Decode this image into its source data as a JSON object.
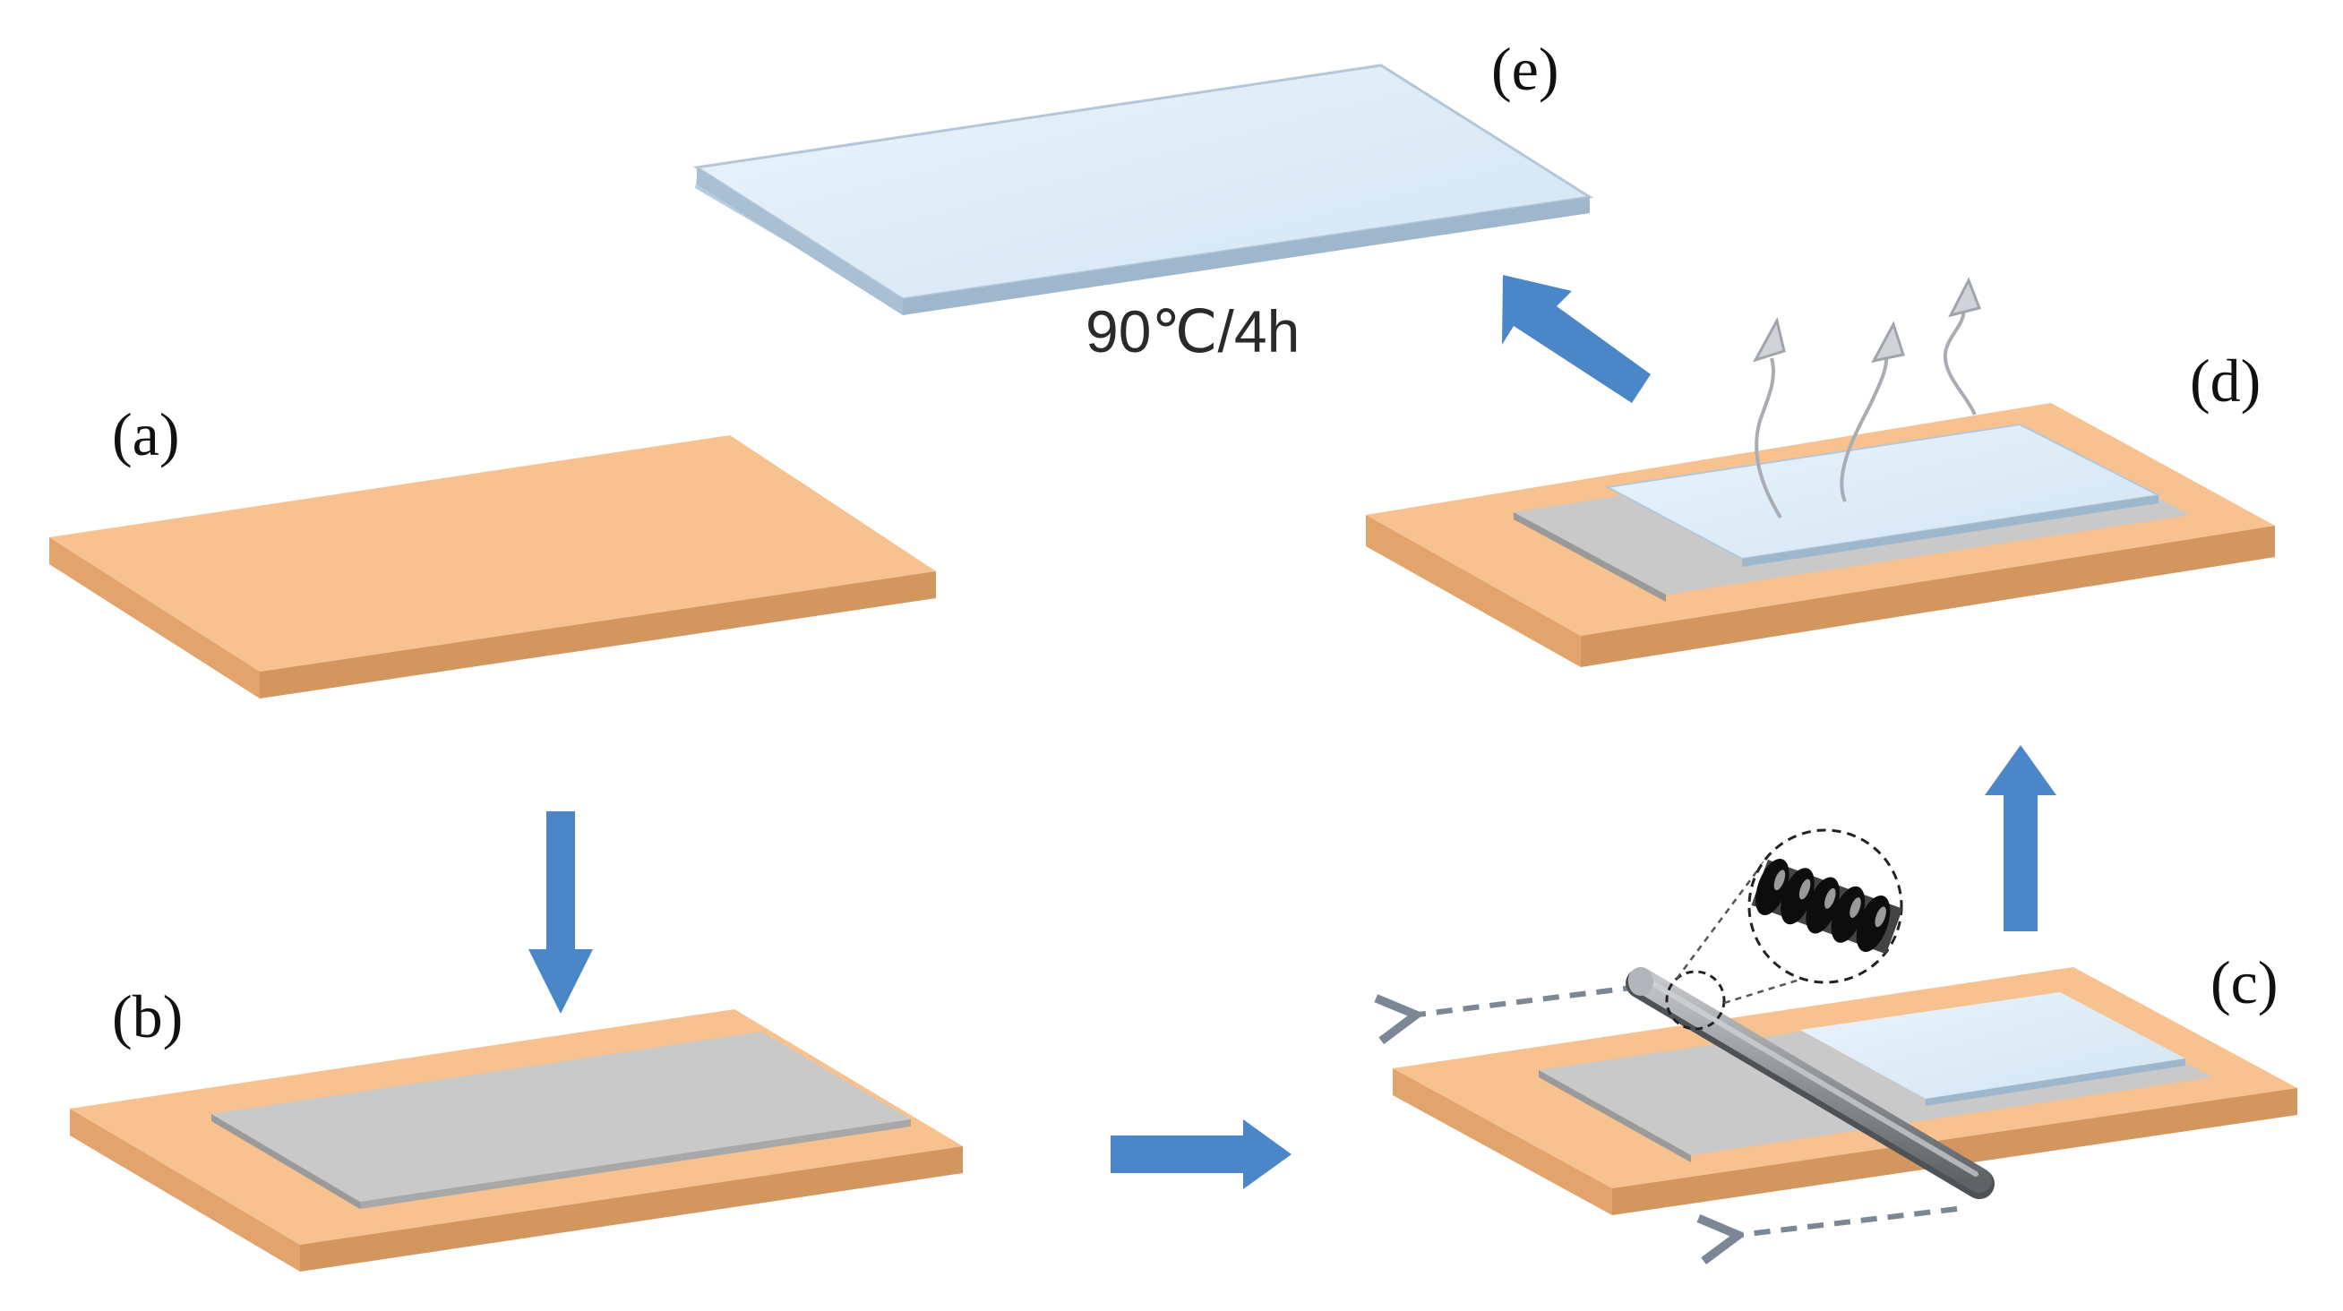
{
  "labels": {
    "a": "(a)",
    "b": "(b)",
    "c": "(c)",
    "d": "(d)",
    "e": "(e)"
  },
  "condition": "90℃/4h",
  "colors": {
    "substrate_top": "#f7c28f",
    "substrate_front": "#e2a46c",
    "substrate_side": "#d3965f",
    "gray_layer": "#c9c9c9",
    "gray_layer_edge": "#9a9a9a",
    "film_top": "#dbeaf7",
    "film_edge": "#9fb7cc",
    "arrow_blue": "#4a86c8",
    "dashed_arrow": "#7b8794",
    "rod": "#8f9296",
    "vapor": "#a8adb3"
  },
  "icons": {
    "process_arrow": "thick-blue-arrow",
    "rod": "wire-wound-rod",
    "zoom": "magnified-coil-inset",
    "vapor": "evaporation-wavy-arrow"
  }
}
